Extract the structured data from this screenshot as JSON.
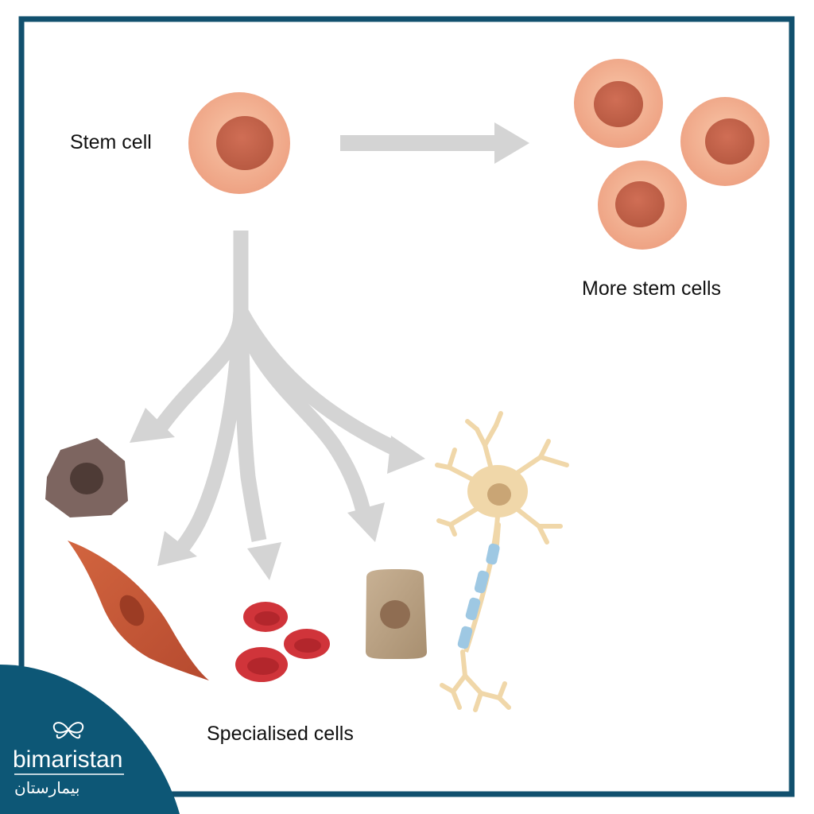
{
  "labels": {
    "stem_cell": "Stem cell",
    "more_stem_cells": "More stem cells",
    "specialised_cells": "Specialised cells"
  },
  "brand": {
    "name": "bimaristan",
    "name_arabic": "بيمارستان",
    "logo_icon": "butterfly-icon"
  },
  "colors": {
    "frame": "#11506e",
    "brand_bg": "#0d5776",
    "arrow": "#d4d4d4",
    "stem_outer": "#f2b08f",
    "stem_nucleus": "#c8654a",
    "hex_cell": "#7d6560",
    "muscle_cell": "#c5533a",
    "red_blood_cell": "#d0343a",
    "bone_cell": "#b9a183",
    "neuron": "#f0d7a9",
    "myelin": "#9ec8e3"
  }
}
